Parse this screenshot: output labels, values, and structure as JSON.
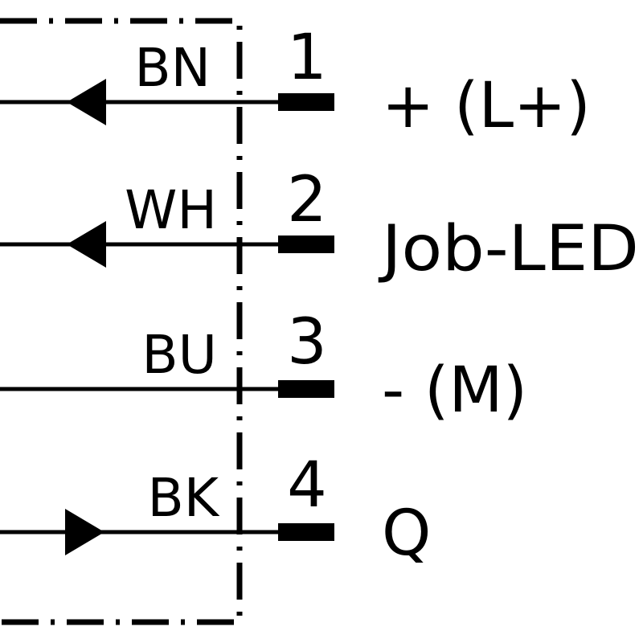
{
  "diagram": {
    "line_color": "#000000",
    "background_color": "#ffffff",
    "pins": [
      {
        "number": "1",
        "wire": "BN",
        "signal": "+ (L+)",
        "arrow": "left-icon"
      },
      {
        "number": "2",
        "wire": "WH",
        "signal": "Job-LED",
        "arrow": "left-icon"
      },
      {
        "number": "3",
        "wire": "BU",
        "signal": "- (M)",
        "arrow": "none"
      },
      {
        "number": "4",
        "wire": "BK",
        "signal": "Q",
        "arrow": "right-icon"
      }
    ]
  }
}
